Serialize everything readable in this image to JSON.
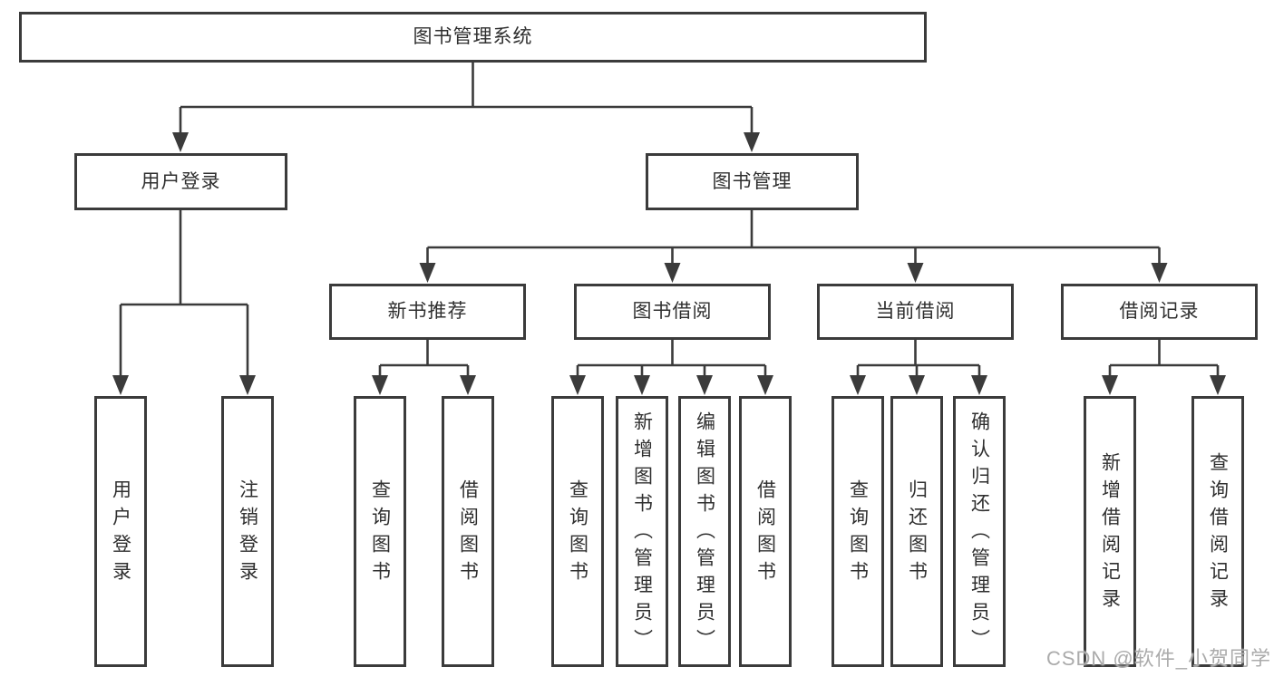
{
  "diagram": {
    "root": {
      "label": "图书管理系统"
    },
    "level2": [
      {
        "label": "用户登录"
      },
      {
        "label": "图书管理"
      }
    ],
    "level3": [
      {
        "label": "新书推荐"
      },
      {
        "label": "图书借阅"
      },
      {
        "label": "当前借阅"
      },
      {
        "label": "借阅记录"
      }
    ],
    "leaves": {
      "user_login": [
        "用户登录",
        "注销登录"
      ],
      "new_book": [
        "查询图书",
        "借阅图书"
      ],
      "book_borrow": [
        "查询图书",
        "新增图书（管理员）",
        "编辑图书（管理员）",
        "借阅图书"
      ],
      "current_borrow": [
        "查询图书",
        "归还图书",
        "确认归还（管理员）"
      ],
      "borrow_record": [
        "新增借阅记录",
        "查询借阅记录"
      ]
    },
    "colors": {
      "line": "#3b3b3b",
      "text": "#2f2f2f",
      "watermark_text": "#ababab"
    },
    "watermark": "CSDN @软件_小贺同学"
  }
}
